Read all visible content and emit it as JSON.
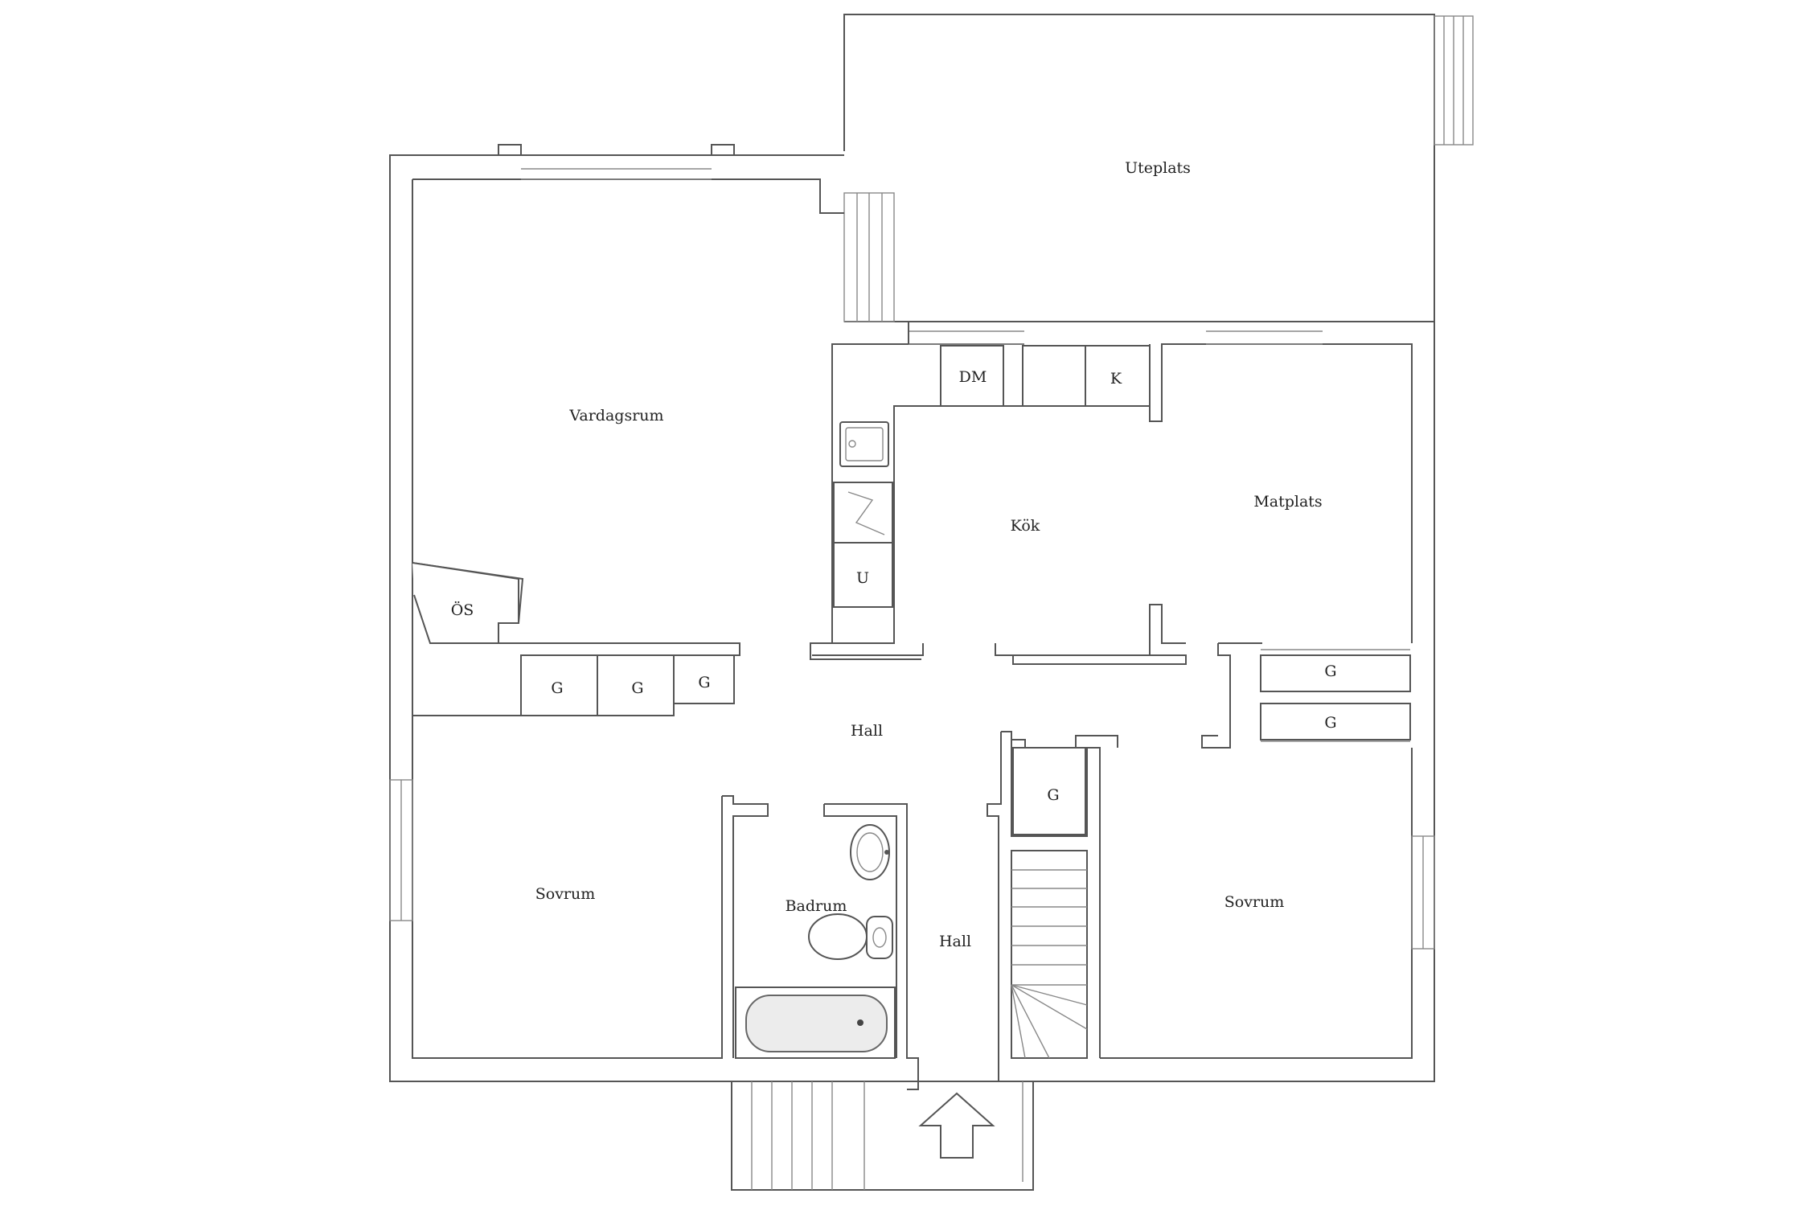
{
  "labels": {
    "uteplats": "Uteplats",
    "vardagsrum": "Vardagsrum",
    "dm": "DM",
    "k": "K",
    "kok": "Kök",
    "matplats": "Matplats",
    "u": "U",
    "os": "ÖS",
    "g_hall_1": "G",
    "g_hall_2": "G",
    "g_hall_3": "G",
    "g_right_1": "G",
    "g_right_2": "G",
    "hall_upper": "Hall",
    "g_center": "G",
    "badrum": "Badrum",
    "hall_lower": "Hall",
    "sovrum_left": "Sovrum",
    "sovrum_right": "Sovrum"
  }
}
